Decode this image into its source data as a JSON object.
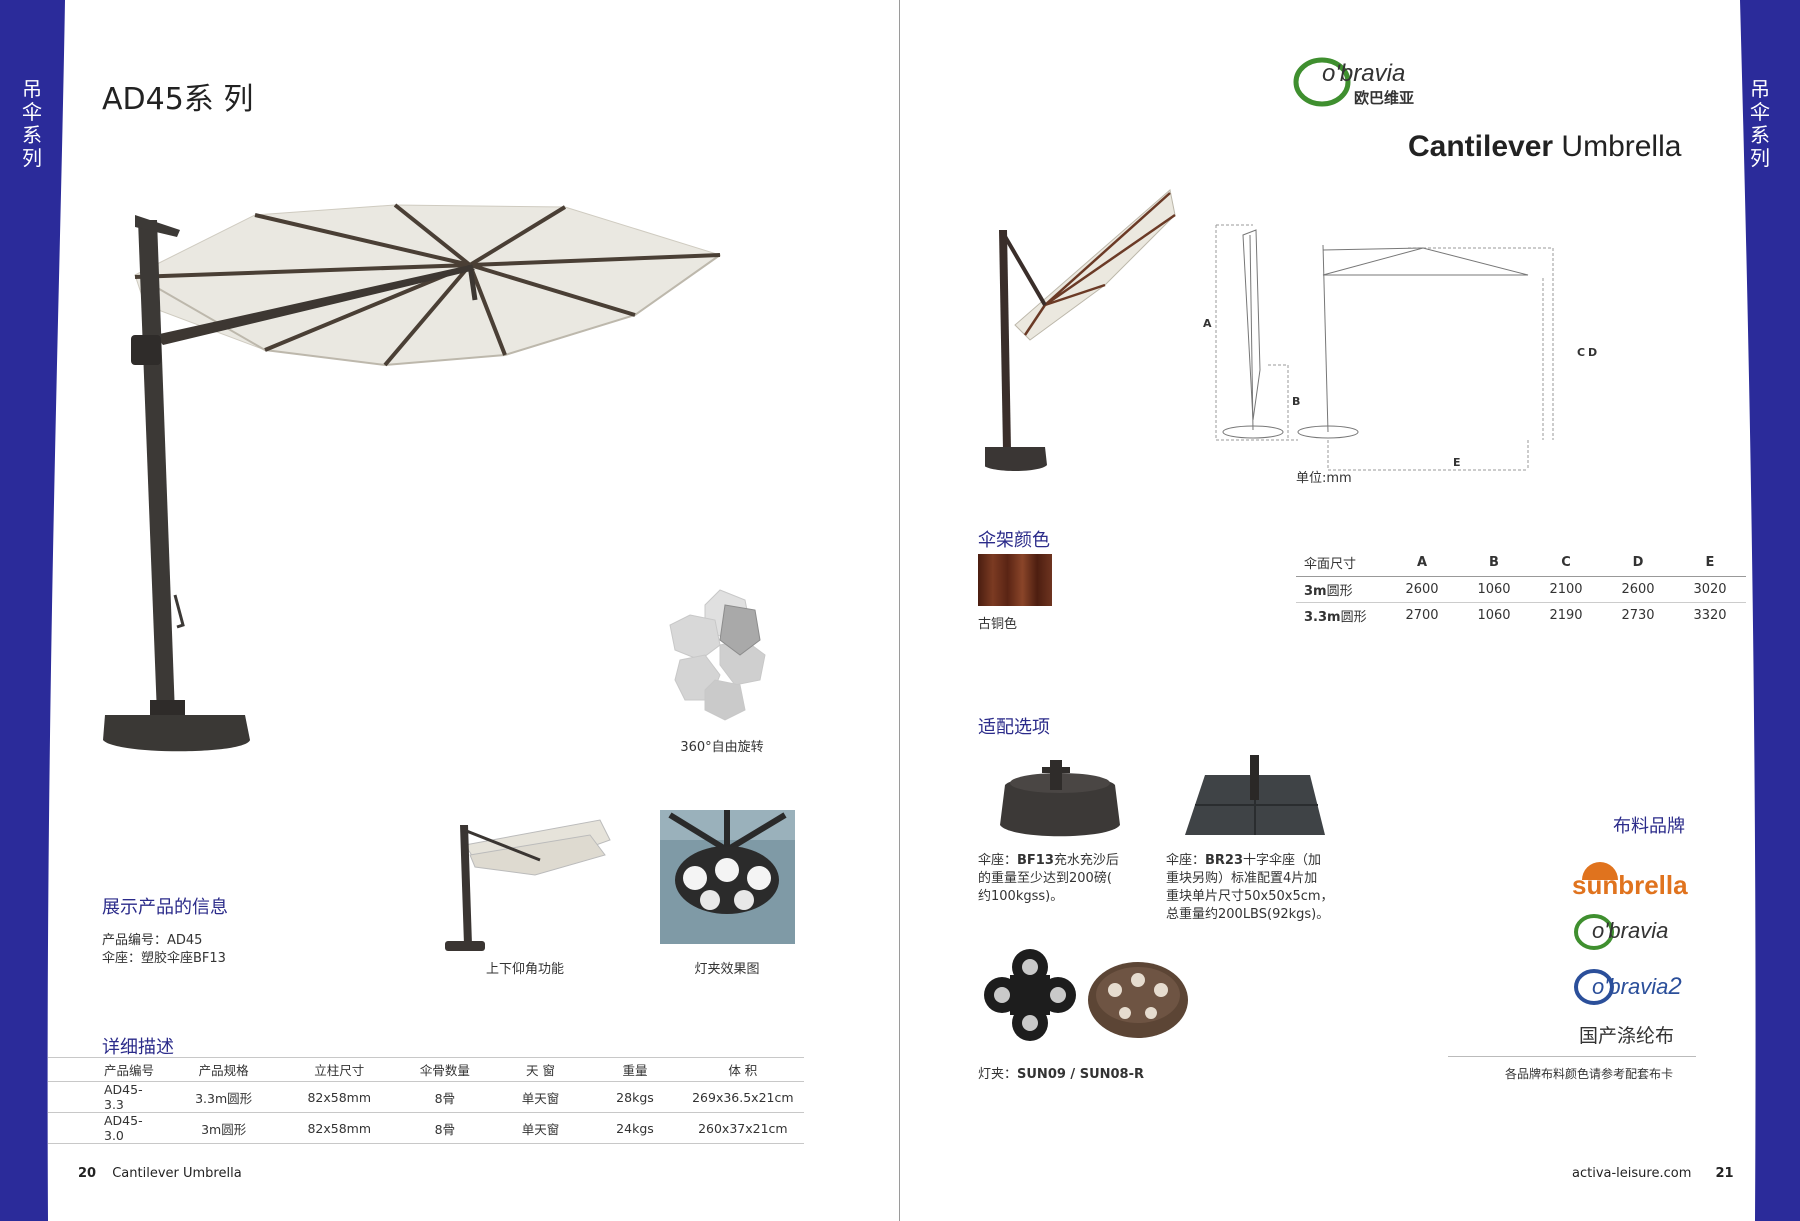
{
  "left_page": {
    "side_label": "吊伞系列",
    "series_title": "AD45系 列",
    "rotation_caption": "360°自由旋转",
    "tilt_caption": "上下仰角功能",
    "light_caption": "灯夹效果图",
    "info": {
      "title": "展示产品的信息",
      "line1": "产品编号：AD45",
      "line2": "伞座：塑胶伞座BF13"
    },
    "detail": {
      "title": "详细描述",
      "headers": [
        "产品编号",
        "产品规格",
        "立柱尺寸",
        "伞骨数量",
        "天  窗",
        "重量",
        "体  积"
      ],
      "rows": [
        [
          "AD45-3.3",
          "3.3m圆形",
          "82x58mm",
          "8骨",
          "单天窗",
          "28kgs",
          "269x36.5x21cm"
        ],
        [
          "AD45-3.0",
          "3m圆形",
          "82x58mm",
          "8骨",
          "单天窗",
          "24kgs",
          "260x37x21cm"
        ]
      ]
    },
    "footer": {
      "page_number": "20",
      "title": "Cantilever  Umbrella"
    }
  },
  "right_page": {
    "side_label": "吊伞系列",
    "brand_logo_text": "o'bravia",
    "brand_logo_cn": "欧巴维亚",
    "title_bold": "Cantilever",
    "title_regular": " Umbrella",
    "diagram_labels": {
      "a": "A",
      "b": "B",
      "c": "C",
      "d": "D",
      "e": "E"
    },
    "unit_label": "单位:mm",
    "frame_color": {
      "title": "伞架颜色",
      "name": "古铜色",
      "swatch_hex": "#6b2e1a"
    },
    "dims_table": {
      "headers": [
        "伞面尺寸",
        "A",
        "B",
        "C",
        "D",
        "E"
      ],
      "rows": [
        {
          "size_bold": "3m",
          "size_rest": "圆形",
          "values": [
            "2600",
            "1060",
            "2100",
            "2600",
            "3020"
          ]
        },
        {
          "size_bold": "3.3m",
          "size_rest": "圆形",
          "values": [
            "2700",
            "1060",
            "2190",
            "2730",
            "3320"
          ]
        }
      ]
    },
    "options": {
      "title": "适配选项",
      "base1": {
        "prefix": "伞座：",
        "code": "BF13",
        "line1": "充水充沙后",
        "line2": "的重量至少达到200磅(",
        "line3": "约100kgss)。"
      },
      "base2": {
        "prefix": "伞座：",
        "code": "BR23",
        "line1": "十字伞座（加",
        "line2": "重块另购）标准配置4片加",
        "line3": "重块单片尺寸50x50x5cm，",
        "line4": "总重量约200LBS(92kgs)。"
      },
      "light": {
        "prefix": "灯夹：",
        "code": "SUN09 / SUN08-R"
      }
    },
    "fabric": {
      "title": "布料品牌",
      "brand1": "sunbrella",
      "brand2": "o'bravia",
      "brand3": "o'bravia",
      "brand3_suffix": "2",
      "brand4": "国产涤纶布",
      "note": "各品牌布料颜色请参考配套布卡"
    },
    "footer": {
      "website": "activa-leisure.com",
      "page_number": "21"
    },
    "colors": {
      "accent_blue": "#2b2b9a",
      "title_blue": "#2b2b8a",
      "sunbrella_orange": "#e0731e",
      "obravia_green": "#3f8f2f"
    }
  }
}
